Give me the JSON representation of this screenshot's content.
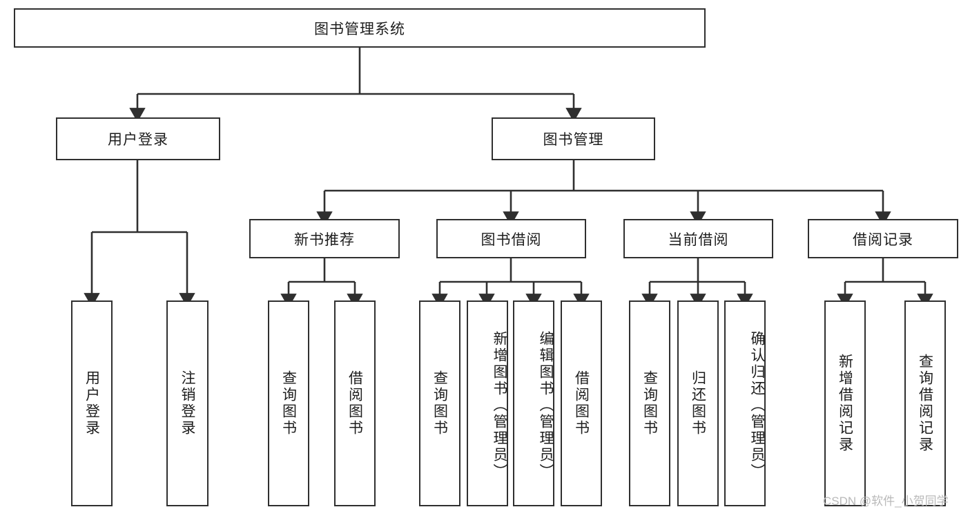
{
  "diagram": {
    "title": "图书管理系统",
    "type": "hierarchy-tree",
    "root": {
      "label": "图书管理系统"
    },
    "level2": [
      {
        "label": "用户登录"
      },
      {
        "label": "图书管理"
      }
    ],
    "level3": [
      {
        "label": "新书推荐"
      },
      {
        "label": "图书借阅"
      },
      {
        "label": "当前借阅"
      },
      {
        "label": "借阅记录"
      }
    ],
    "leaves": {
      "user_login": [
        {
          "label": "用户登录"
        },
        {
          "label": "注销登录"
        }
      ],
      "new_book_recommend": [
        {
          "label": "查询图书"
        },
        {
          "label": "借阅图书"
        }
      ],
      "book_borrow": [
        {
          "label": "查询图书"
        },
        {
          "label": "新增图书（管理员）"
        },
        {
          "label": "编辑图书（管理员）"
        },
        {
          "label": "借阅图书"
        }
      ],
      "current_borrow": [
        {
          "label": "查询图书"
        },
        {
          "label": "归还图书"
        },
        {
          "label": "确认归还（管理员）"
        }
      ],
      "borrow_record": [
        {
          "label": "新增借阅记录"
        },
        {
          "label": "查询借阅记录"
        }
      ]
    }
  },
  "watermark": {
    "text": "CSDN @软件_小贺同学"
  },
  "colors": {
    "stroke": "#2f2f2f",
    "text": "#1d1d1d",
    "background": "#ffffff",
    "watermark": "#b9b9b9"
  }
}
